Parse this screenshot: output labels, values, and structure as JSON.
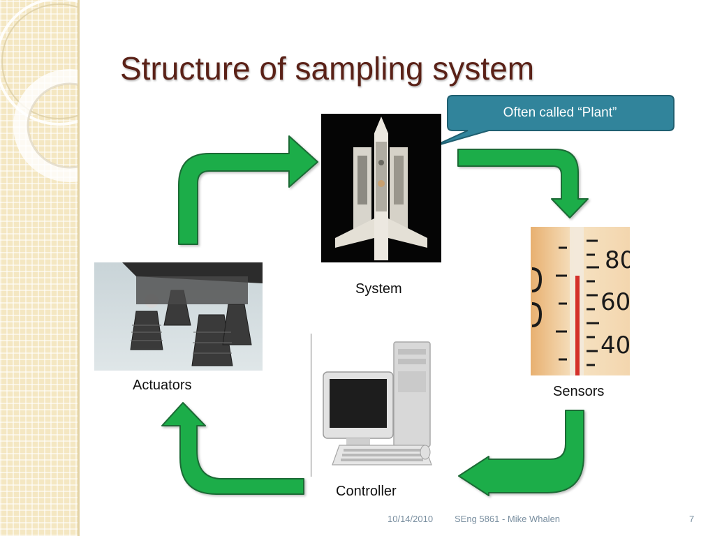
{
  "slide": {
    "title": "Structure of sampling system",
    "callout": "Often called “Plant”",
    "labels": {
      "system": "System",
      "sensors": "Sensors",
      "controller": "Controller",
      "actuators": "Actuators"
    },
    "footer": {
      "date": "10/14/2010",
      "course": "SEng 5861 - Mike Whalen",
      "page": "7"
    },
    "thermometer_scale": [
      "80",
      "60",
      "40"
    ],
    "colors": {
      "arrow": "#1aad48",
      "arrow_outline": "#1b6b35",
      "callout": "#31849b",
      "title": "#5a2117",
      "sidebar": "#f4e7c2"
    },
    "icons": {
      "system_photo": "space-shuttle-photo",
      "sensors_photo": "thermometer-photo",
      "controller_photo": "desktop-computer-photo",
      "actuators_photo": "rocket-engines-photo"
    }
  }
}
